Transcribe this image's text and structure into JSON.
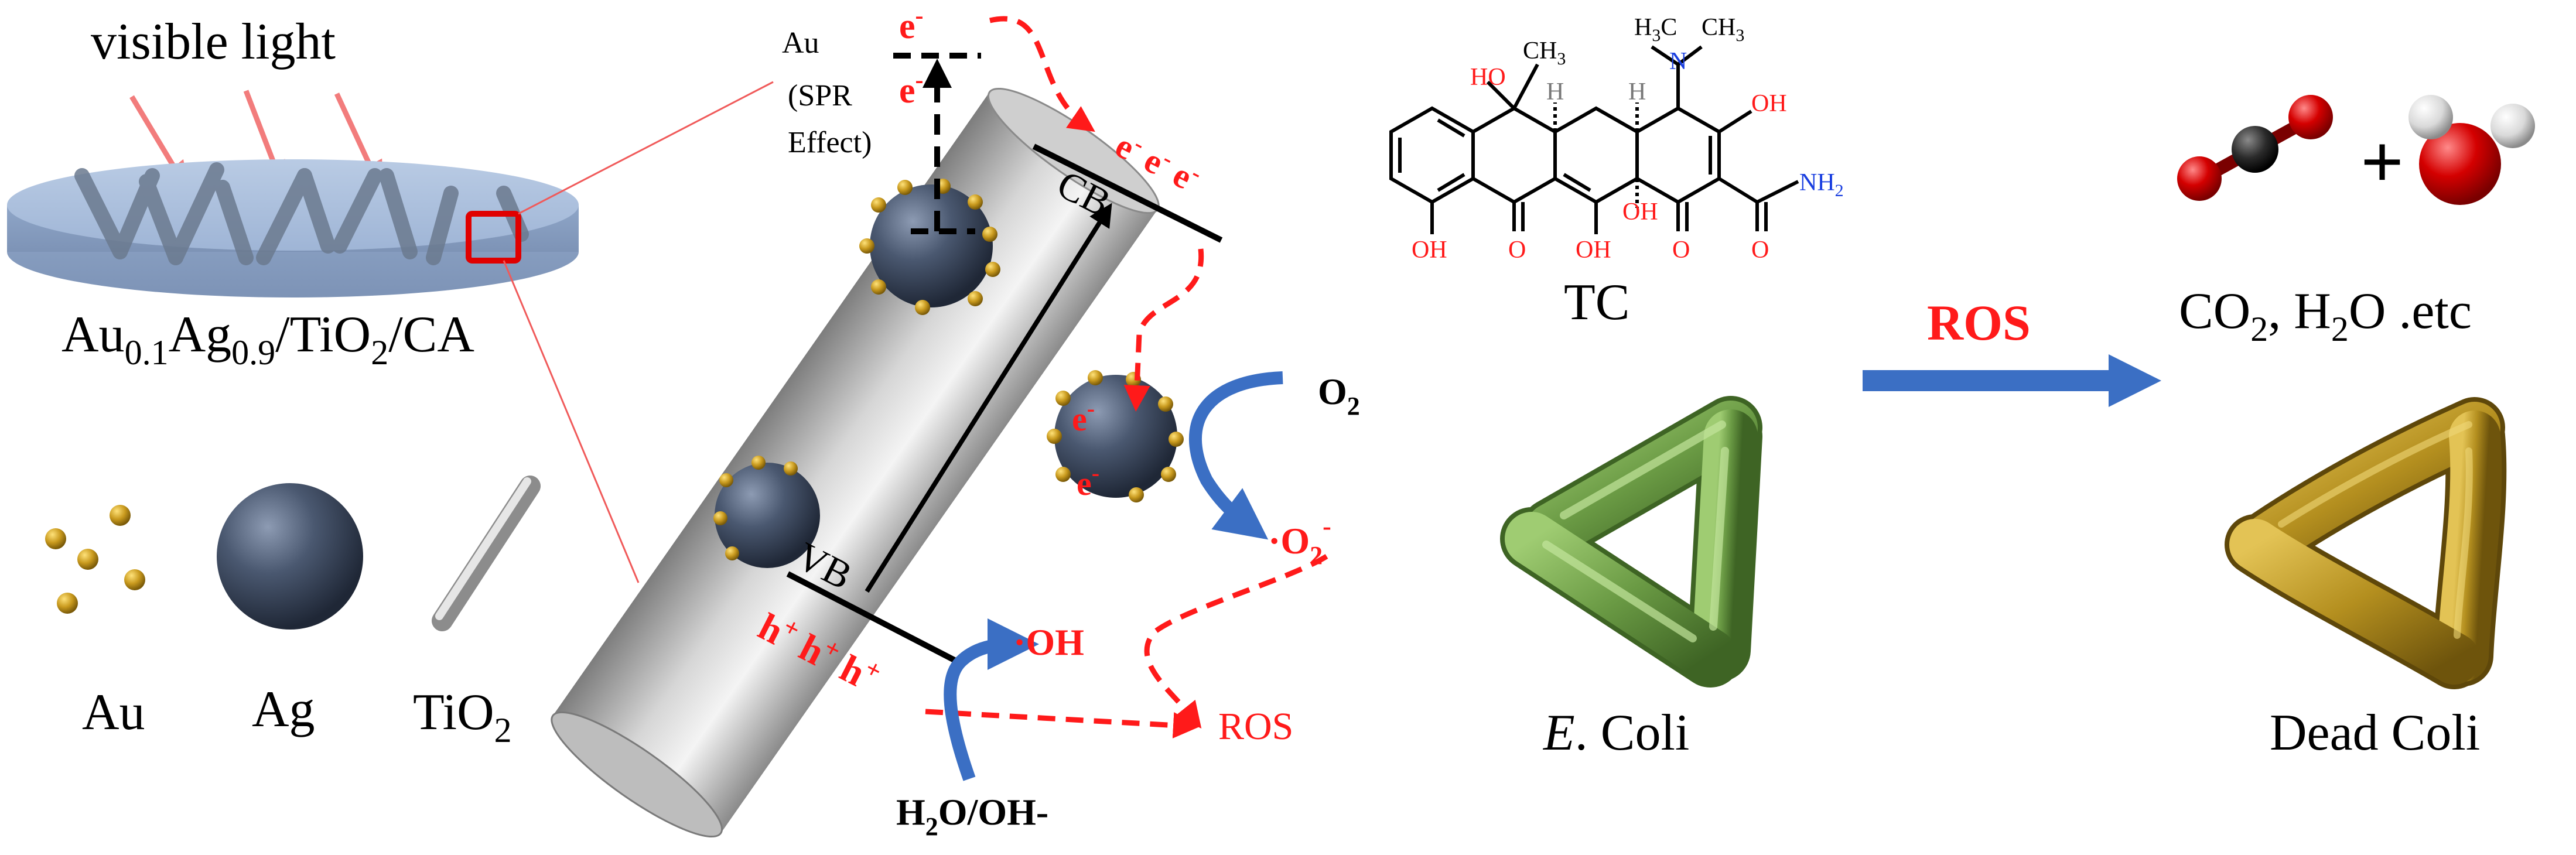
{
  "panel_left": {
    "light_label": "visible light",
    "film_label": {
      "p1": "Au",
      "s1": "0.1",
      "p2": "Ag",
      "s2": "0.9",
      "p3": "/TiO",
      "s3": "2",
      "p4": "/CA"
    },
    "legend": {
      "au": "Au",
      "ag": "Ag",
      "tio2": "TiO",
      "tio2_sub": "2"
    }
  },
  "mechanism": {
    "au_label": "Au",
    "spr_line1": "(SPR",
    "spr_line2": "Effect)",
    "e_minus": "e",
    "sup_minus": "-",
    "sup_plus": "+",
    "cb": "CB",
    "vb": "VB",
    "h_plus": "h",
    "o2": "O",
    "o2_sub": "2",
    "superoxide": "·O",
    "hydroxyl": "·OH",
    "ros": "ROS",
    "water": "H",
    "water_sub": "2",
    "water_rest": "O/OH-"
  },
  "molecule": {
    "label": "TC",
    "atoms": {
      "ho_top": "HO",
      "ch3": "CH",
      "ch3_sub": "3",
      "h": "H",
      "nme2_left": "H",
      "nme2_left_sub": "3",
      "nme2_c": "C",
      "nme2_right": "CH",
      "nme2_right_sub": "3",
      "n": "N",
      "oh": "OH",
      "o": "O",
      "nh2": "NH",
      "nh2_sub": "2"
    }
  },
  "reaction": {
    "arrow_label": "ROS",
    "products": {
      "co2": "CO",
      "co2_sub": "2",
      "sep": ", H",
      "h2o_sub": "2",
      "rest": "O .etc"
    },
    "plus": "+",
    "bacteria_live": {
      "italic": "E",
      "rest": ". Coli"
    },
    "bacteria_dead": "Dead Coli"
  },
  "colors": {
    "red": "#ff1a1a",
    "blue": "#3b6fc4",
    "black": "#000000",
    "green": "#6a9a44",
    "gold": "#b48f1f",
    "ag_sphere": "#3d4a5e",
    "film": "#a9bedb"
  }
}
